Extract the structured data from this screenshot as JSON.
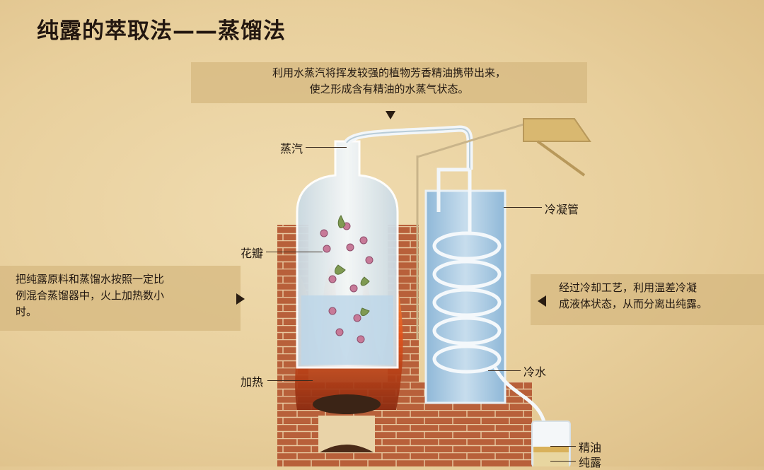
{
  "title": "纯露的萃取法——蒸馏法",
  "top_note": {
    "line1": "利用水蒸汽将挥发较强的植物芳香精油携带出来，",
    "line2": "使之形成含有精油的水蒸气状态。"
  },
  "left_note": {
    "line1": "把纯露原料和蒸馏水按照一定比",
    "line2": "例混合蒸馏器中，火上加热数小",
    "line3": "时。"
  },
  "right_note": {
    "line1": "经过冷却工艺，利用温差冷凝",
    "line2": "成液体状态，从而分离出纯露。"
  },
  "labels": {
    "steam": "蒸汽",
    "petals": "花瓣",
    "heating": "加热",
    "condenser": "冷凝管",
    "cold_water": "冷水",
    "essential_oil": "精油",
    "hydrosol": "纯露"
  },
  "colors": {
    "background": "#e8cf9c",
    "brick": "#b85a34",
    "flame": "#e0521f",
    "glass": "#dde8ee",
    "water": "#9fc4e0"
  }
}
